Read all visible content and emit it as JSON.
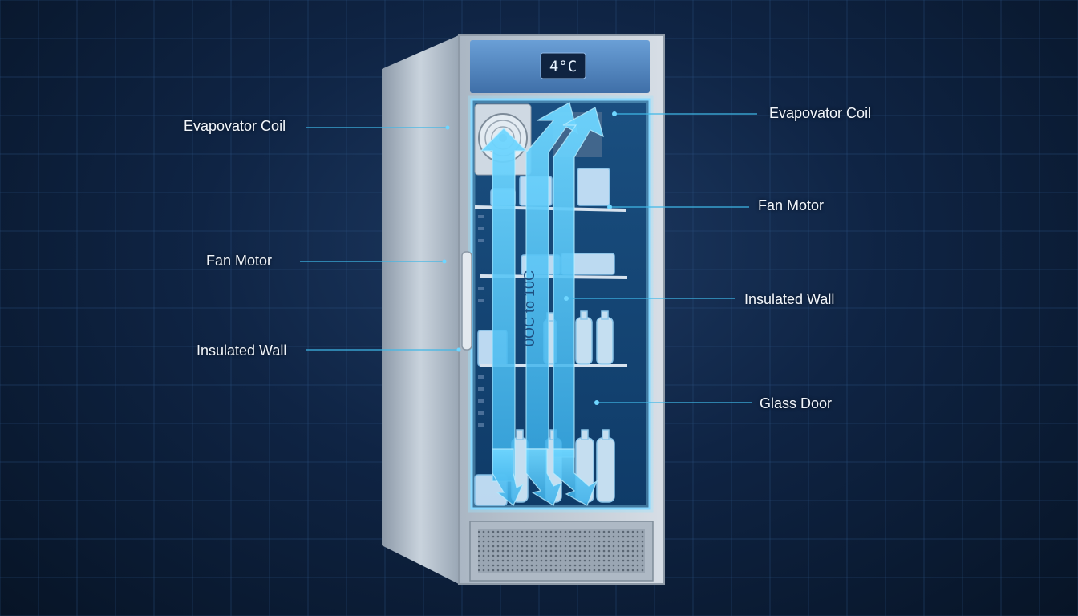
{
  "display": {
    "temperature": "4°C"
  },
  "airflow_text": "0OC to 10C",
  "callouts": {
    "left": [
      "Evapovator Coil",
      "Fan Motor",
      "Insulated Wall"
    ],
    "right": [
      "Evapovator Coil",
      "Fan Motor",
      "Insulated Wall",
      "Glass Door"
    ]
  },
  "colors": {
    "background": "#0f2444",
    "grid": "#2b4f7e",
    "leader": "#3fb7e6",
    "airflow": "#3ec3ff",
    "cabinet": "#b7c2ce",
    "header_panel": "#4a7db9"
  },
  "icons": [
    "fan-icon",
    "airflow-arrows",
    "bottles",
    "ice-blocks",
    "door-handle",
    "vent-grille"
  ]
}
